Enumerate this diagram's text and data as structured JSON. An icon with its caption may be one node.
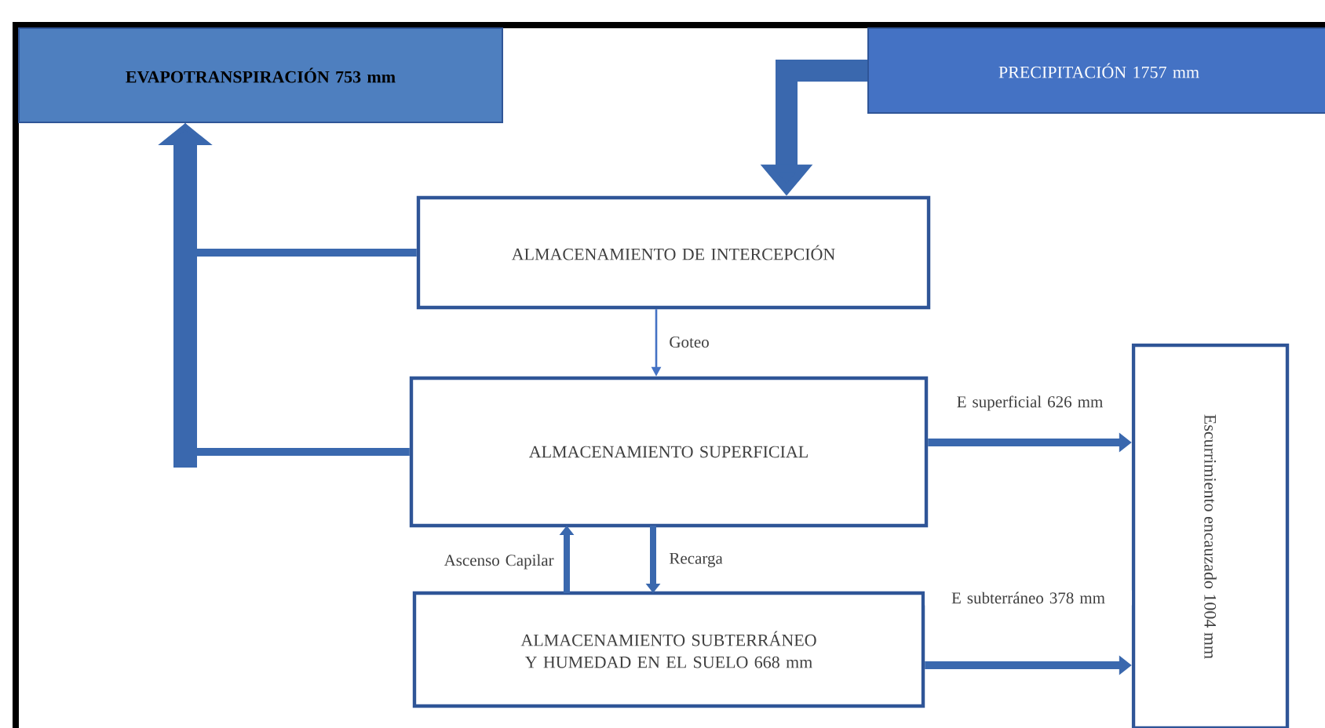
{
  "diagram": {
    "nodes": [
      {
        "text": [
          "EVAPOTRANSPIRACIÓN 753 mm"
        ]
      },
      {
        "text": [
          "PRECIPITACIÓN 1757 mm"
        ]
      },
      {
        "text": [
          "ALMACENAMIENTO DE INTERCEPCIÓN"
        ]
      },
      {
        "text": [
          "ALMACENAMIENTO SUPERFICIAL"
        ]
      },
      {
        "text": [
          "ALMACENAMIENTO SUBTERRÁNEO Y HUMEDAD EN EL SUELO 668 mm"
        ]
      },
      {
        "text": [
          "Escurrimiento encauzado 1004 mm"
        ]
      }
    ],
    "edges": [
      {
        "from": 2,
        "to": 0,
        "arrow": "to"
      },
      {
        "from": 3,
        "to": 0,
        "arrow": "to"
      },
      {
        "from": 1,
        "to": 2,
        "arrow": "to",
        "style": "thick"
      },
      {
        "from": 2,
        "to": 3,
        "arrow": "to",
        "label": "Goteo",
        "color": "#4472c4"
      },
      {
        "from": 3,
        "to": 5,
        "arrow": "to",
        "label": "E superficial 626 mm"
      },
      {
        "from": 4,
        "to": 3,
        "arrow": "to",
        "label": "Ascenso Capilar"
      },
      {
        "from": 3,
        "to": 4,
        "arrow": "to",
        "label": "Recarga"
      },
      {
        "from": 4,
        "to": 5,
        "arrow": "to",
        "label": "E subterráneo 378 mm"
      }
    ]
  }
}
